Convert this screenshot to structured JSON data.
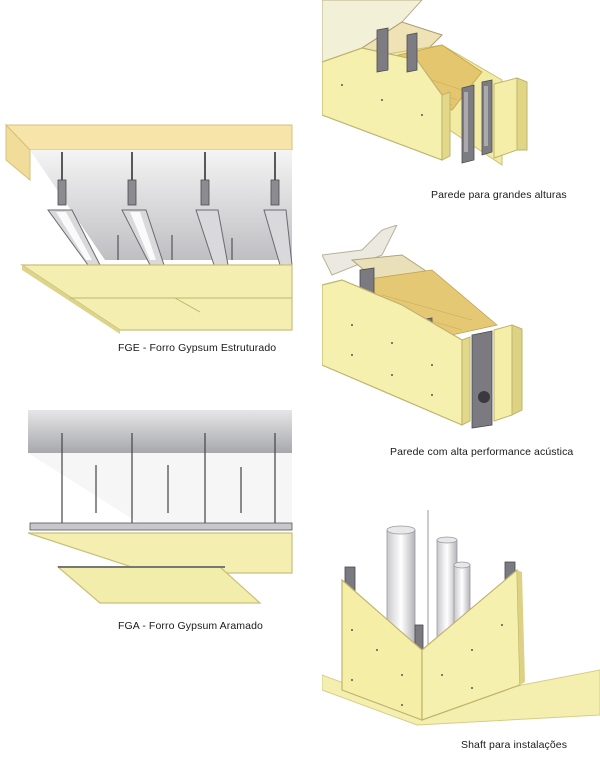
{
  "captions": {
    "fge": "FGE - Forro Gypsum Estruturado",
    "fga": "FGA - Forro Gypsum Aramado",
    "parede_grandes": "Parede para grandes alturas",
    "parede_acustica": "Parede com alta performance acústica",
    "shaft": "Shaft para instalações"
  },
  "colors": {
    "board": "#f4efb6",
    "board_edge": "#d8cf86",
    "metal": "#8a8a8f",
    "insulation": "#e2c46a",
    "ceiling_top": "#f7e3a8"
  }
}
